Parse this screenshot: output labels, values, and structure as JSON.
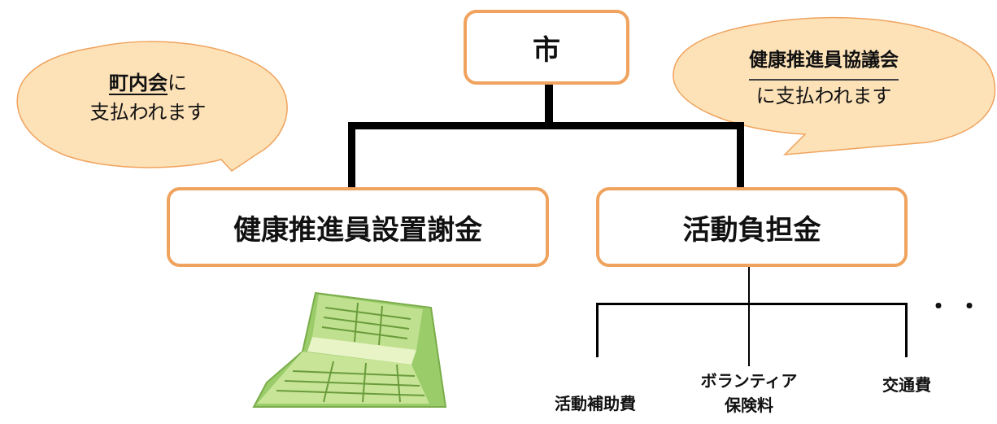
{
  "org_chart": {
    "top": "市",
    "left_branch": "健康推進員設置謝金",
    "right_branch": "活動負担金"
  },
  "bubbles": {
    "left": {
      "emphasis": "町内会",
      "suffix": "に",
      "line2": "支払われます"
    },
    "right": {
      "emphasis": "健康推進員協議会",
      "line2": "に支払われます"
    }
  },
  "sub_items": {
    "hojo": "活動補助費",
    "volunteer_line1": "ボランティア",
    "volunteer_line2": "保険料",
    "kotsu": "交通費"
  },
  "ellipsis": "・・・",
  "colors": {
    "box_border": "#f0a35e",
    "bubble_fill": "#fde2b8",
    "bubble_border": "#f0a35e",
    "passbook_green": "#9acc6a"
  },
  "icons": {
    "passbook": "bankbook-icon"
  }
}
